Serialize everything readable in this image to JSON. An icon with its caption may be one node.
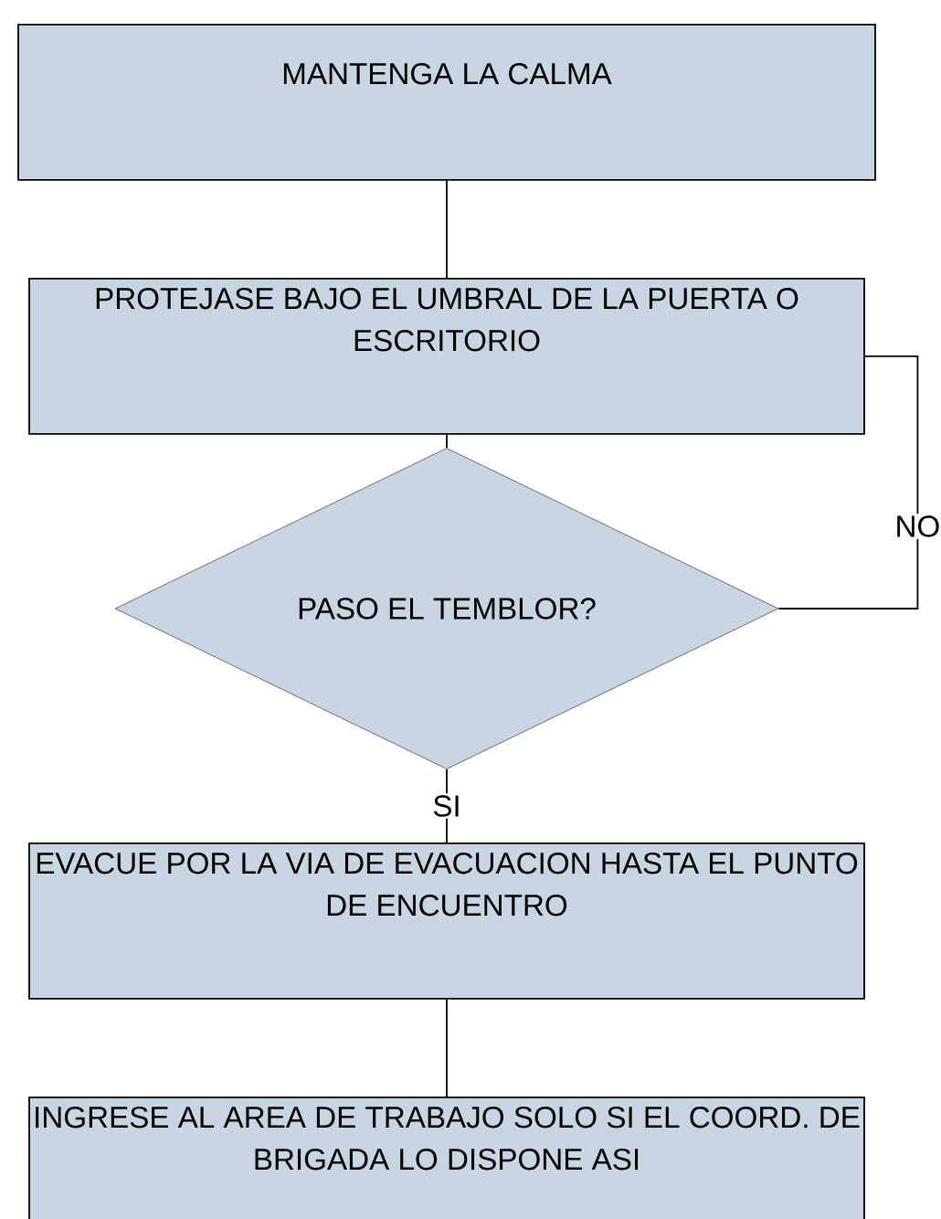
{
  "diagram": {
    "nodes": [
      {
        "text": [
          "MANTENGA LA CALMA"
        ]
      },
      {
        "text": [
          "PROTEJASE BAJO EL UMBRAL DE LA PUERTA O ESCRITORIO"
        ]
      },
      {
        "text": [
          "PASO EL TEMBLOR?"
        ]
      },
      {
        "text": [
          "EVACUE POR LA VIA DE EVACUACION HASTA EL PUNTO DE ENCUENTRO"
        ]
      },
      {
        "text": [
          "INGRESE AL AREA DE TRABAJO SOLO SI EL COORD. DE BRIGADA LO DISPONE ASI"
        ]
      }
    ],
    "edges": [
      {
        "from": 0,
        "to": 1,
        "arrow": "none"
      },
      {
        "from": 1,
        "to": 2,
        "arrow": "none"
      },
      {
        "from": 2,
        "to": 3,
        "arrow": "none",
        "label": "SI"
      },
      {
        "from": 3,
        "to": 4,
        "arrow": "none"
      },
      {
        "from": 2,
        "to": 1,
        "arrow": "none",
        "label": "NO"
      }
    ]
  }
}
